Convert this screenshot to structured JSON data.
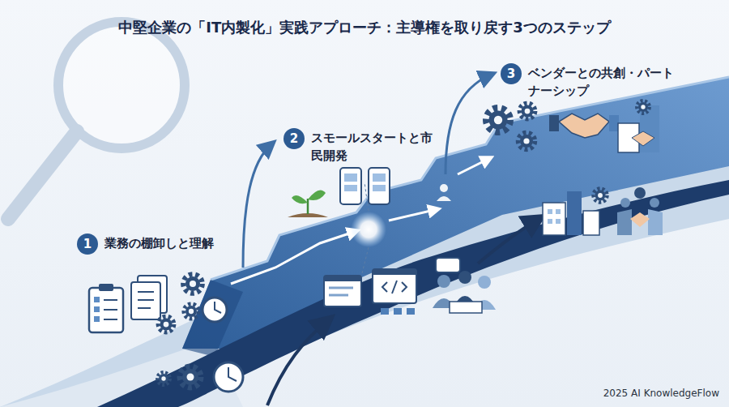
{
  "diagram": {
    "title": "中堅企業の「IT内製化」実践アプローチ：主導権を取り戻す3つのステップ",
    "nodes": [
      {
        "text": [
          "1",
          "業務の棚卸しと理解"
        ]
      },
      {
        "text": [
          "2",
          "スモールスタートと市民開発"
        ]
      },
      {
        "text": [
          "3",
          "ベンダーとの共創・パートナーシップ"
        ]
      }
    ],
    "labels": [
      "2025 AI KnowledgeFlow"
    ]
  }
}
